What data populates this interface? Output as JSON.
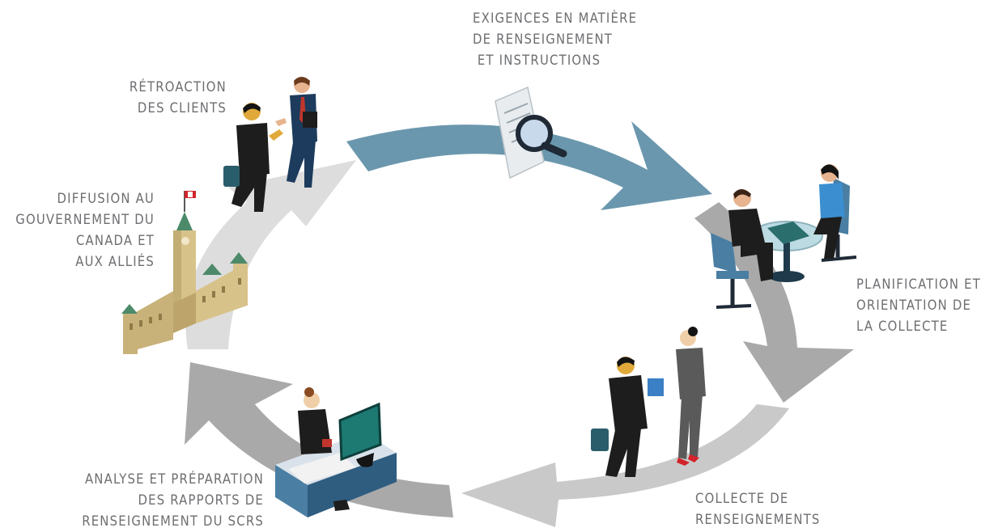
{
  "colors": {
    "arrow_blue": "#6a97ad",
    "arrow_gray_light": "#dcdcdc",
    "arrow_gray_dark": "#a3a3a3",
    "label_text": "#6d6e71"
  },
  "stages": [
    {
      "id": "requirements",
      "lines": [
        "EXIGENCES EN MATIÈRE",
        "DE RENSEIGNEMENT",
        " ET INSTRUCTIONS"
      ],
      "icon": "document-magnifier-icon"
    },
    {
      "id": "planning",
      "lines": [
        "PLANIFICATION ET",
        "ORIENTATION DE",
        "LA COLLECTE"
      ],
      "icon": "meeting-table-icon"
    },
    {
      "id": "collection",
      "lines": [
        "COLLECTE DE",
        "RENSEIGNEMENTS"
      ],
      "icon": "agents-exchange-icon"
    },
    {
      "id": "analysis",
      "lines": [
        "ANALYSE ET PRÉPARATION",
        "DES RAPPORTS DE",
        "RENSEIGNEMENT DU SCRS"
      ],
      "icon": "analyst-desk-icon"
    },
    {
      "id": "dissemination",
      "lines": [
        "DIFFUSION AU",
        "GOUVERNEMENT DU",
        "CANADA ET",
        "AUX ALLIÉS"
      ],
      "icon": "parliament-building-icon"
    },
    {
      "id": "feedback",
      "lines": [
        "RÉTROACTION",
        "DES CLIENTS"
      ],
      "icon": "handshake-clients-icon"
    }
  ]
}
